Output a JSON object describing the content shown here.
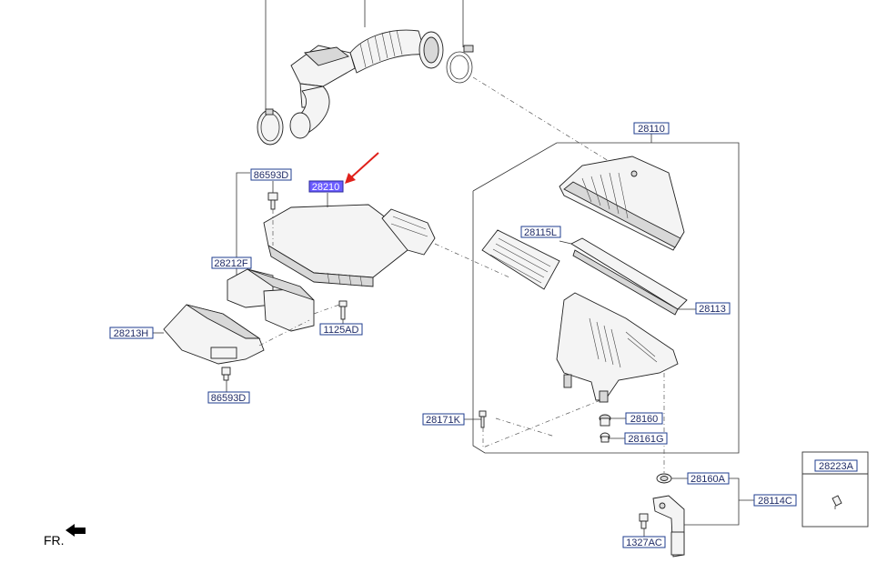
{
  "labels": {
    "l28110": "28110",
    "l86593D_top": "86593D",
    "l28210": "28210",
    "l28212F": "28212F",
    "l28213H": "28213H",
    "l1125AD": "1125AD",
    "l86593D_bottom": "86593D",
    "l28115L": "28115L",
    "l28113": "28113",
    "l28160": "28160",
    "l28161G": "28161G",
    "l28171K": "28171K",
    "l28160A": "28160A",
    "l28114C": "28114C",
    "l1327AC": "1327AC",
    "l28223A": "28223A"
  },
  "orientation": {
    "text": "FR."
  },
  "colors": {
    "highlight": "#6b5cff",
    "arrow": "#e0211b",
    "label_border": "#1f3d8f"
  }
}
